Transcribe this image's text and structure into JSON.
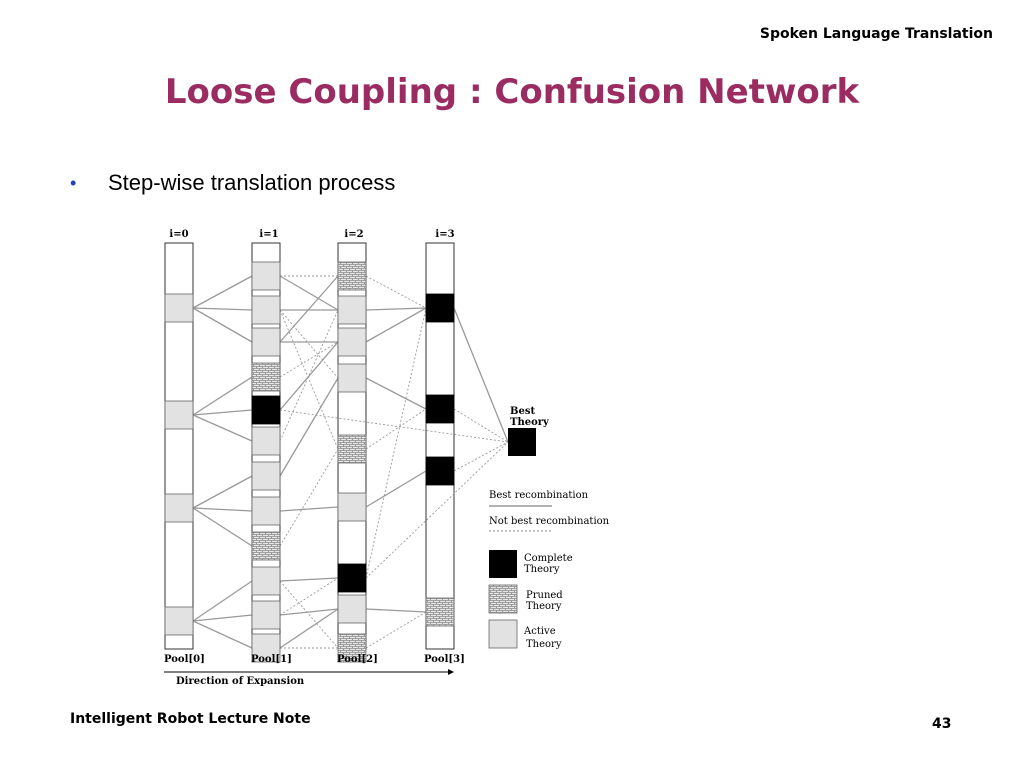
{
  "slide": {
    "header": "Spoken Language Translation",
    "title": "Loose Coupling : Confusion Network",
    "bullets": [
      "Step-wise translation process"
    ],
    "footer_left": "Intelligent Robot Lecture Note",
    "page_number": "43"
  },
  "diagram": {
    "columns": [
      {
        "header": "i=0",
        "pool": "Pool[0]"
      },
      {
        "header": "i=1",
        "pool": "Pool[1]"
      },
      {
        "header": "i=2",
        "pool": "Pool[2]"
      },
      {
        "header": "i=3",
        "pool": "Pool[3]"
      }
    ],
    "best_theory_label": [
      "Best",
      "Theory"
    ],
    "direction_label": "Direction of Expansion",
    "legend": {
      "best_recombination": "Best recombination",
      "not_best_recombination": "Not best recombination",
      "complete": [
        "Complete",
        "Theory"
      ],
      "pruned": [
        "Pruned",
        "Theory"
      ],
      "active": [
        "Active",
        "Theory"
      ]
    },
    "colors": {
      "active": "#e2e2e2",
      "complete": "#000000",
      "pruned": "#cfcfcf",
      "edge": "#999999",
      "title": "#9b2c62",
      "bullet": "#1f3fbf"
    }
  }
}
